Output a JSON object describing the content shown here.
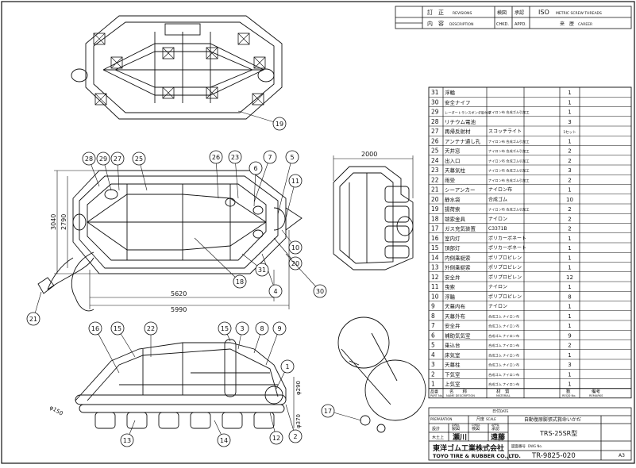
{
  "revision_block": {
    "col_rev": "訂　正",
    "col_rev_en": "REVISIONS",
    "col_content": "内　容",
    "col_content_en": "DESCRIPTION",
    "col_checked": "検図",
    "col_checked_en": "CHKD.",
    "col_approved": "承認",
    "col_approved_en": "APPD.",
    "iso": "ISO",
    "iso_text": "METRIC SCREW THREADS",
    "customer_label": "来　歴",
    "customer_en": "CAREER"
  },
  "parts_list": [
    {
      "no": "31",
      "name": "浮輪",
      "material": "",
      "qty": "1"
    },
    {
      "no": "30",
      "name": "安全ナイフ",
      "material": "",
      "qty": "1"
    },
    {
      "no": "29",
      "name": "レーダートランスポンダ取付座",
      "material": "ナイロン布 合成ゴム引加工",
      "qty": "1"
    },
    {
      "no": "28",
      "name": "リチウム電池",
      "material": "",
      "qty": "3"
    },
    {
      "no": "27",
      "name": "再帰反射材",
      "material": "スコッチライト",
      "qty": "1セット"
    },
    {
      "no": "26",
      "name": "アンテナ通し孔",
      "material": "ナイロン布 合成ゴム引加工",
      "qty": "1"
    },
    {
      "no": "25",
      "name": "天井窓",
      "material": "ナイロン布 合成ゴム引加工",
      "qty": "2"
    },
    {
      "no": "24",
      "name": "出入口",
      "material": "ナイロン布 合成ゴム引加工",
      "qty": "2"
    },
    {
      "no": "23",
      "name": "天幕気柱",
      "material": "ナイロン布 合成ゴム引加工",
      "qty": "3"
    },
    {
      "no": "22",
      "name": "雨受",
      "material": "ナイロン布 合成ゴム引加工",
      "qty": "2"
    },
    {
      "no": "21",
      "name": "シーアンカー",
      "material": "ナイロン布",
      "qty": "1"
    },
    {
      "no": "20",
      "name": "静水袋",
      "material": "合成ゴム",
      "qty": "10"
    },
    {
      "no": "19",
      "name": "揚荷索",
      "material": "ナイロン布 合成ゴム引加工",
      "qty": "2"
    },
    {
      "no": "18",
      "name": "端索金具",
      "material": "ナイロン",
      "qty": "2"
    },
    {
      "no": "17",
      "name": "ガス充気装置",
      "material": "C3371B",
      "qty": "2"
    },
    {
      "no": "16",
      "name": "室内灯",
      "material": "ポリカーボネート",
      "qty": "1"
    },
    {
      "no": "15",
      "name": "頂部灯",
      "material": "ポリカーボネート",
      "qty": "1"
    },
    {
      "no": "14",
      "name": "内側乗艇索",
      "material": "ポリプロピレン",
      "qty": "1"
    },
    {
      "no": "13",
      "name": "外側乗艇索",
      "material": "ポリプロピレン",
      "qty": "1"
    },
    {
      "no": "12",
      "name": "安全弁",
      "material": "ポリプロピレン",
      "qty": "12"
    },
    {
      "no": "11",
      "name": "曳索",
      "material": "ナイロン",
      "qty": "1"
    },
    {
      "no": "10",
      "name": "浮輪",
      "material": "ポリプロピレン",
      "qty": "8"
    },
    {
      "no": "9",
      "name": "天幕内布",
      "material": "ナイロン",
      "qty": "1"
    },
    {
      "no": "8",
      "name": "天幕外布",
      "material": "合成ゴム ナイロン布",
      "qty": "1"
    },
    {
      "no": "7",
      "name": "安全弁",
      "material": "合成ゴム ナイロン布",
      "qty": "1"
    },
    {
      "no": "6",
      "name": "補助気気室",
      "material": "合成ゴム ナイロン布",
      "qty": "9"
    },
    {
      "no": "5",
      "name": "乗込台",
      "material": "合成ゴム ナイロン布",
      "qty": "2"
    },
    {
      "no": "4",
      "name": "床気室",
      "material": "合成ゴム ナイロン布",
      "qty": "1"
    },
    {
      "no": "3",
      "name": "天幕柱",
      "material": "合成ゴム ナイロン布",
      "qty": "3"
    },
    {
      "no": "2",
      "name": "下気室",
      "material": "合成ゴム ナイロン布",
      "qty": "1"
    },
    {
      "no": "1",
      "name": "上気室",
      "material": "合成ゴム ナイロン布",
      "qty": "1"
    }
  ],
  "parts_header": {
    "part_no": "品番",
    "part_no_en": "PART No.",
    "name": "名　　称",
    "name_en": "NAME DESCRIPTION",
    "material": "材　質",
    "material_en": "MATERIAL",
    "qty": "数",
    "qty_en": "REQD No.",
    "remarks": "備考",
    "remarks_en": "REMARKS"
  },
  "title_block": {
    "scale_label": "尺度",
    "scale_en": "SCALE",
    "date_label": "日付",
    "date_en": "DATE",
    "title_jp": "自動復原膨張式救命いかだ",
    "model": "TRS-25SR型",
    "designer_label": "設計",
    "drawer_label": "製図",
    "checker_label": "検図",
    "approver_label": "承認",
    "prepared_en": "PREPARATION",
    "dwn_en": "DWN.",
    "chkd_en": "CHKD.",
    "appd_en": "APPD.",
    "sig_designer": "瀬川",
    "sig_approver": "遠藤",
    "owner_label": "木土上",
    "company_jp": "東洋ゴム工業株式会社",
    "company_en": "TOYO TIRE & RUBBER CO.,LTD.",
    "drawing_no_label": "図面番号",
    "drawing_no_en": "DWG No.",
    "drawing_no": "TR-9825-020",
    "sheet_label": "A3"
  },
  "dimensions": {
    "overall_length": "5990",
    "inner_length": "5620",
    "overall_width": "3040",
    "inner_width": "2790",
    "side_width": "2000",
    "tube_dia": "φ290",
    "lower_tube_dia": "φ370",
    "towing_dia": "φ150"
  },
  "balloons_plan": [
    "28",
    "29",
    "27",
    "25",
    "26",
    "23",
    "7",
    "6",
    "5",
    "11",
    "10",
    "20",
    "4",
    "30",
    "31",
    "18"
  ],
  "balloons_top": [
    "19"
  ],
  "balloons_side": [
    "16",
    "15",
    "22",
    "15",
    "3",
    "8",
    "9",
    "1",
    "12",
    "2",
    "13",
    "14"
  ],
  "balloons_misc": [
    "21",
    "17"
  ]
}
